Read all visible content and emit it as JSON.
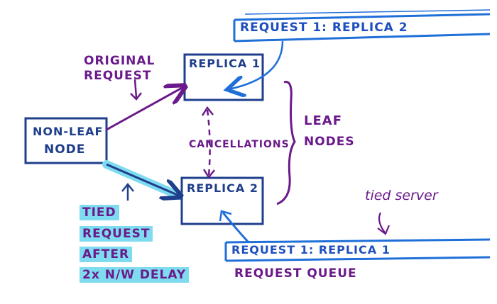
{
  "diagram": {
    "colors": {
      "purple": "#6a1a8a",
      "navy": "#1f3f8c",
      "blue": "#1f6fd8",
      "highlight": "#7fdcf0"
    },
    "nodes": {
      "non_leaf_line1": "NON-LEAF",
      "non_leaf_line2": "NODE",
      "replica1": "REPLICA 1",
      "replica2": "REPLICA 2"
    },
    "labels": {
      "original_request_line1": "ORIGINAL",
      "original_request_line2": "REQUEST",
      "cancellations": "CANCELLATIONS",
      "leaf_nodes_line1": "LEAF",
      "leaf_nodes_line2": "NODES",
      "tied_line1": "TIED",
      "tied_line2": "REQUEST",
      "tied_line3": "AFTER",
      "tied_line4": "2x N/W DELAY",
      "tied_server": "tied server",
      "request_queue": "REQUEST QUEUE"
    },
    "queue_entries": {
      "top": "REQUEST 1: REPLICA 2",
      "bottom": "REQUEST 1: REPLICA 1"
    }
  }
}
